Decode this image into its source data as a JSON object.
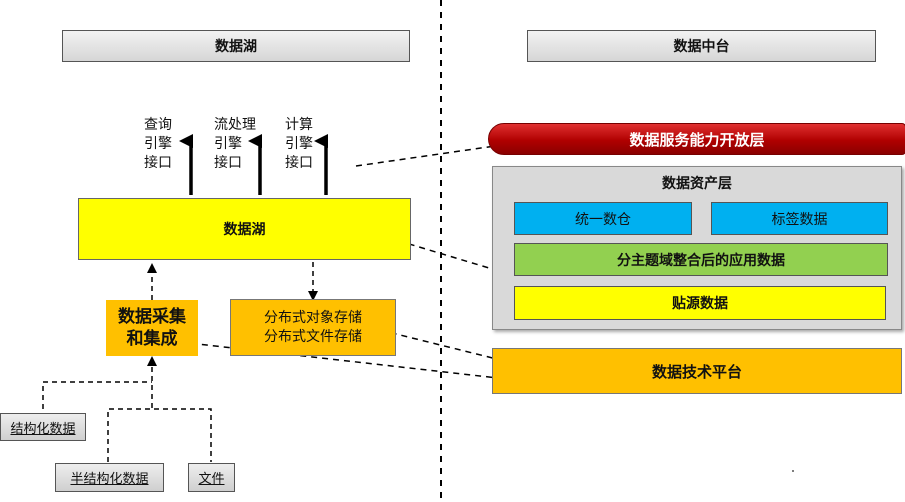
{
  "left_header": "数据湖",
  "right_header": "数据中台",
  "engines": [
    "查询\n引擎\n接口",
    "流处理\n引擎\n接口",
    "计算\n引擎\n接口"
  ],
  "data_lake": "数据湖",
  "ingest": "数据采集\n和集成",
  "storage": "分布式对象存储\n分布式文件存储",
  "sources": [
    "结构化数据",
    "半结构化数据",
    "文件"
  ],
  "service_layer": "数据服务能力开放层",
  "asset_layer": {
    "title": "数据资产层",
    "unified_warehouse": "统一数仓",
    "tag_data": "标签数据",
    "app_data": "分主题域整合后的应用数据",
    "source_data": "贴源数据"
  },
  "tech_platform": "数据技术平台",
  "colors": {
    "yellow": "#ffff00",
    "orange": "#ffc000",
    "red": "#c00000",
    "blue": "#00b0f0",
    "green": "#92d050",
    "gray_panel": "#d9d9d9"
  }
}
